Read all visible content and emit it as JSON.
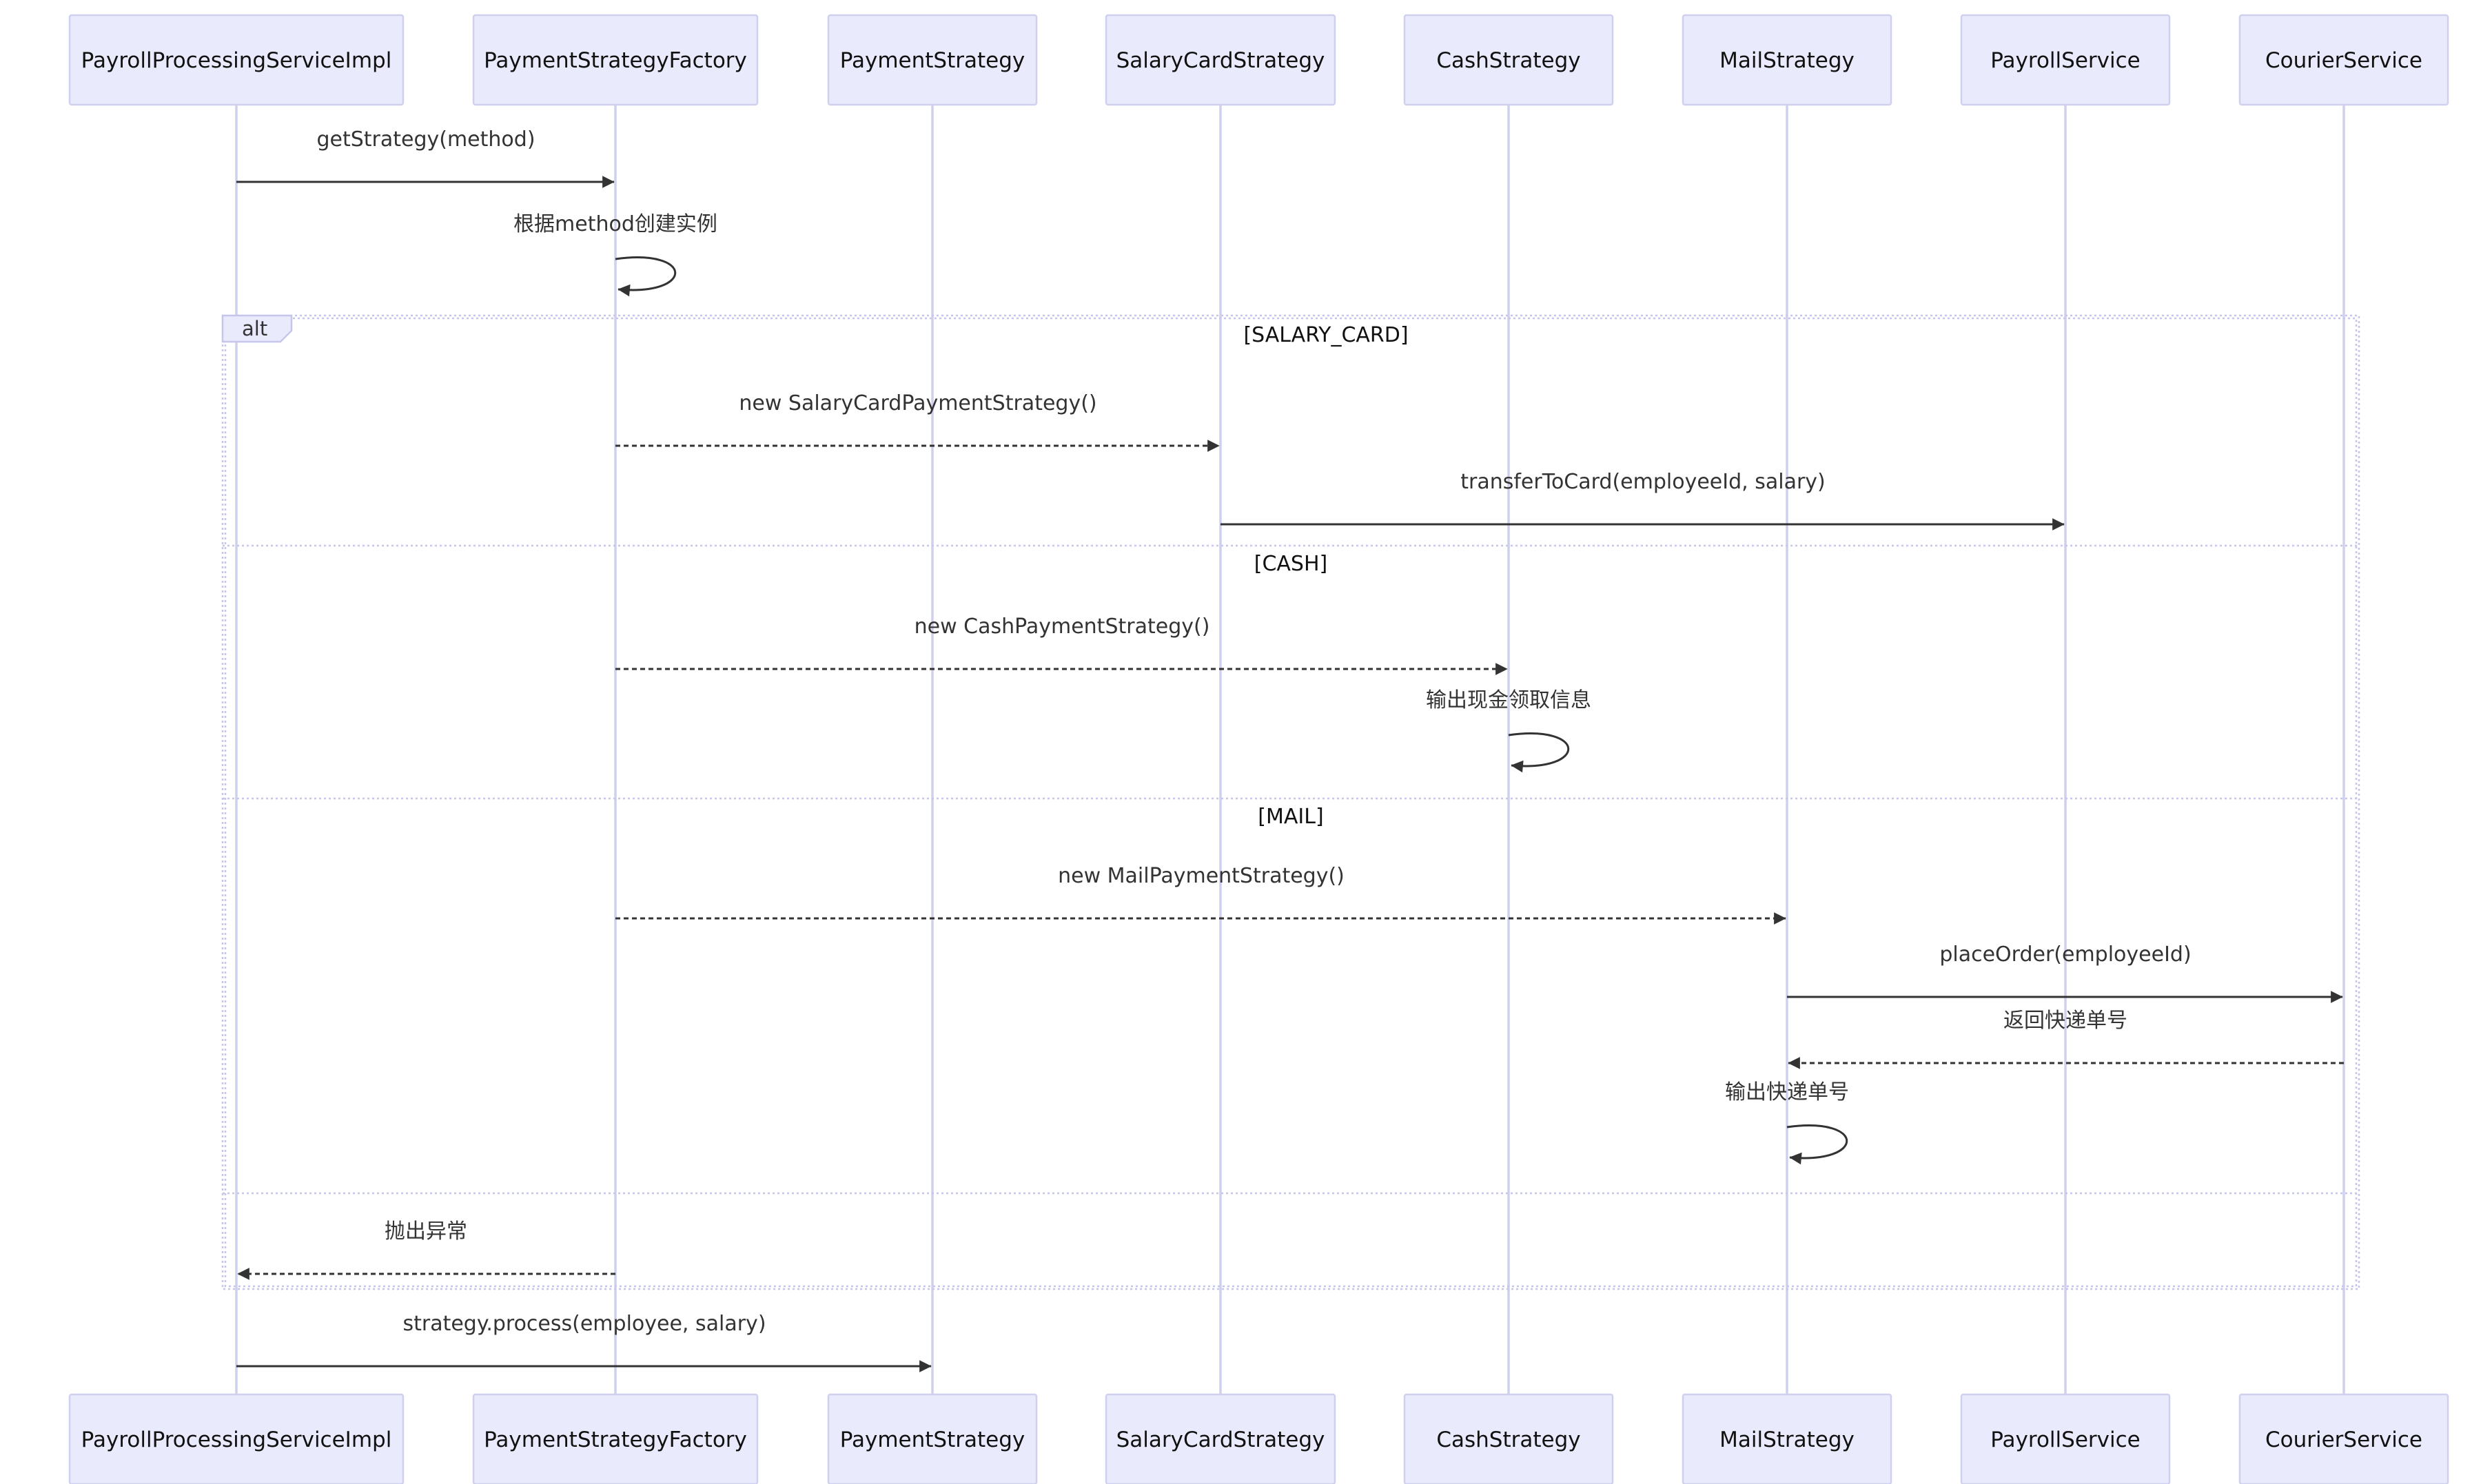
{
  "diagram": {
    "type": "sequence",
    "participants": [
      "PayrollProcessingServiceImpl",
      "PaymentStrategyFactory",
      "PaymentStrategy",
      "SalaryCardStrategy",
      "CashStrategy",
      "MailStrategy",
      "PayrollService",
      "CourierService"
    ],
    "messages": [
      {
        "from": 0,
        "to": 1,
        "label": "getStrategy(method)",
        "style": "solid"
      },
      {
        "from": 1,
        "to": 1,
        "label": "根据method创建实例",
        "style": "solid",
        "self": true
      },
      {
        "from": 1,
        "to": 3,
        "label": "new SalaryCardPaymentStrategy()",
        "style": "dashed"
      },
      {
        "from": 3,
        "to": 6,
        "label": "transferToCard(employeeId, salary)",
        "style": "solid"
      },
      {
        "from": 1,
        "to": 4,
        "label": "new CashPaymentStrategy()",
        "style": "dashed"
      },
      {
        "from": 4,
        "to": 4,
        "label": "输出现金领取信息",
        "style": "solid",
        "self": true
      },
      {
        "from": 1,
        "to": 5,
        "label": "new MailPaymentStrategy()",
        "style": "dashed"
      },
      {
        "from": 5,
        "to": 7,
        "label": "placeOrder(employeeId)",
        "style": "solid"
      },
      {
        "from": 7,
        "to": 5,
        "label": "返回快递单号",
        "style": "dashed"
      },
      {
        "from": 5,
        "to": 5,
        "label": "输出快递单号",
        "style": "solid",
        "self": true
      },
      {
        "from": 1,
        "to": 0,
        "label": "抛出异常",
        "style": "dashed"
      },
      {
        "from": 0,
        "to": 2,
        "label": "strategy.process(employee, salary)",
        "style": "solid"
      }
    ],
    "fragment": {
      "kind": "alt",
      "guards": [
        "[SALARY_CARD]",
        "[CASH]",
        "[MAIL]",
        ""
      ]
    }
  }
}
